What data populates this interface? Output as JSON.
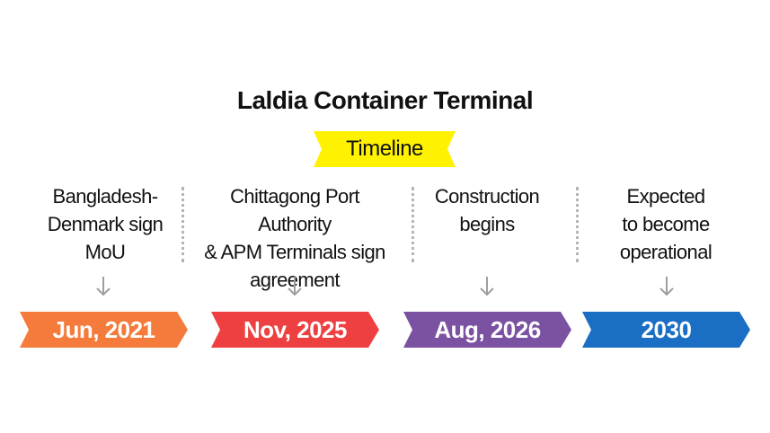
{
  "title": "Laldia Container Terminal",
  "subtitle": "Timeline",
  "colors": {
    "banner": "#FFF200",
    "divider": "#B5B5B5",
    "arrow": "#9E9E9E"
  },
  "events": [
    {
      "lines": [
        "Bangladesh-",
        "Denmark sign",
        "MoU"
      ],
      "date": "Jun, 2021",
      "color": "#F47B3B"
    },
    {
      "lines": [
        "Chittagong Port Authority",
        "& APM Terminals sign",
        "agreement"
      ],
      "date": "Nov, 2025",
      "color": "#EE4040"
    },
    {
      "lines": [
        "Construction",
        "begins"
      ],
      "date": "Aug, 2026",
      "color": "#7B51A1"
    },
    {
      "lines": [
        "Expected",
        "to become",
        "operational"
      ],
      "date": "2030",
      "color": "#1A6FC4"
    }
  ]
}
